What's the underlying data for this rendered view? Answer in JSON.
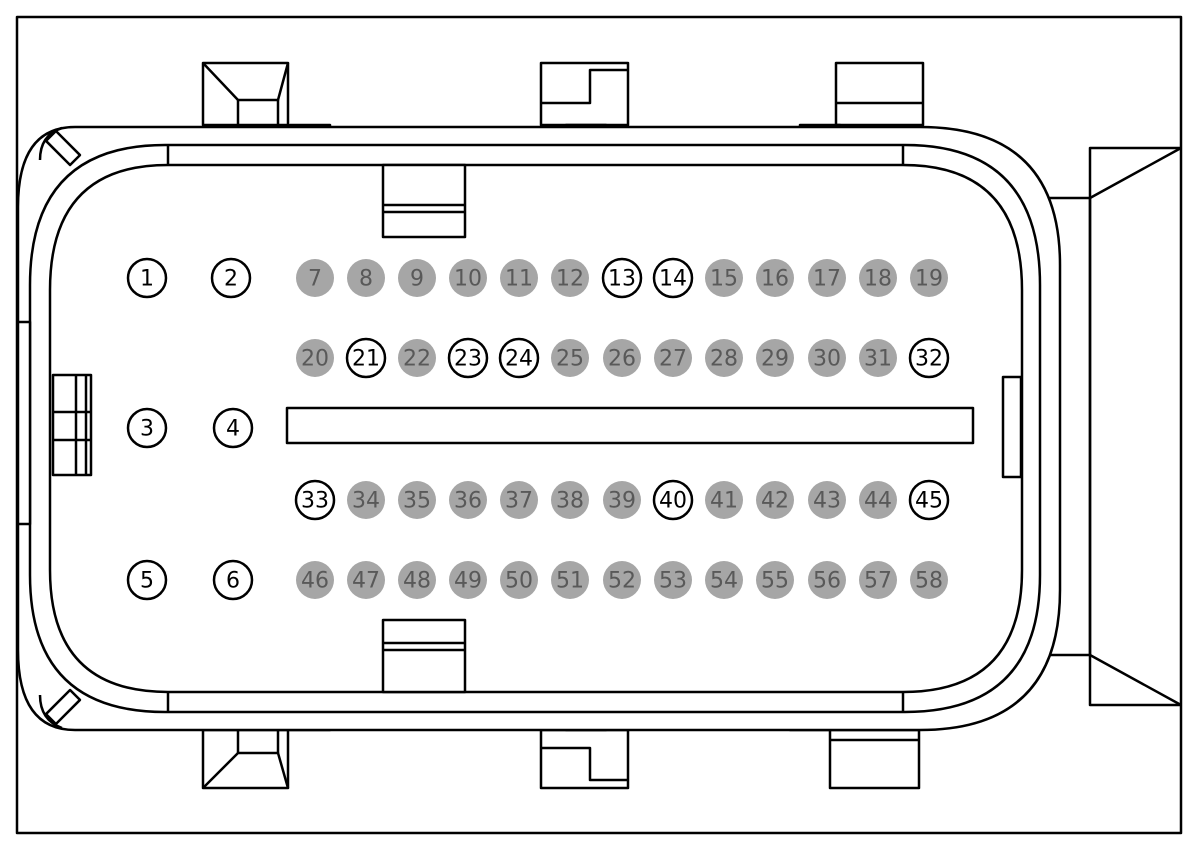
{
  "pins": [
    {
      "label": "1",
      "state": "open"
    },
    {
      "label": "2",
      "state": "open"
    },
    {
      "label": "3",
      "state": "open"
    },
    {
      "label": "4",
      "state": "open"
    },
    {
      "label": "5",
      "state": "open"
    },
    {
      "label": "6",
      "state": "open"
    },
    {
      "label": "7",
      "state": "unused"
    },
    {
      "label": "8",
      "state": "unused"
    },
    {
      "label": "9",
      "state": "unused"
    },
    {
      "label": "10",
      "state": "unused"
    },
    {
      "label": "11",
      "state": "unused"
    },
    {
      "label": "12",
      "state": "unused"
    },
    {
      "label": "13",
      "state": "open"
    },
    {
      "label": "14",
      "state": "open"
    },
    {
      "label": "15",
      "state": "unused"
    },
    {
      "label": "16",
      "state": "unused"
    },
    {
      "label": "17",
      "state": "unused"
    },
    {
      "label": "18",
      "state": "unused"
    },
    {
      "label": "19",
      "state": "unused"
    },
    {
      "label": "20",
      "state": "unused"
    },
    {
      "label": "21",
      "state": "open"
    },
    {
      "label": "22",
      "state": "unused"
    },
    {
      "label": "23",
      "state": "open"
    },
    {
      "label": "24",
      "state": "open"
    },
    {
      "label": "25",
      "state": "unused"
    },
    {
      "label": "26",
      "state": "unused"
    },
    {
      "label": "27",
      "state": "unused"
    },
    {
      "label": "28",
      "state": "unused"
    },
    {
      "label": "29",
      "state": "unused"
    },
    {
      "label": "30",
      "state": "unused"
    },
    {
      "label": "31",
      "state": "unused"
    },
    {
      "label": "32",
      "state": "open"
    },
    {
      "label": "33",
      "state": "open"
    },
    {
      "label": "34",
      "state": "unused"
    },
    {
      "label": "35",
      "state": "unused"
    },
    {
      "label": "36",
      "state": "unused"
    },
    {
      "label": "37",
      "state": "unused"
    },
    {
      "label": "38",
      "state": "unused"
    },
    {
      "label": "39",
      "state": "unused"
    },
    {
      "label": "40",
      "state": "open"
    },
    {
      "label": "41",
      "state": "unused"
    },
    {
      "label": "42",
      "state": "unused"
    },
    {
      "label": "43",
      "state": "unused"
    },
    {
      "label": "44",
      "state": "unused"
    },
    {
      "label": "45",
      "state": "open"
    },
    {
      "label": "46",
      "state": "unused"
    },
    {
      "label": "47",
      "state": "unused"
    },
    {
      "label": "48",
      "state": "unused"
    },
    {
      "label": "49",
      "state": "unused"
    },
    {
      "label": "50",
      "state": "unused"
    },
    {
      "label": "51",
      "state": "unused"
    },
    {
      "label": "52",
      "state": "unused"
    },
    {
      "label": "53",
      "state": "unused"
    },
    {
      "label": "54",
      "state": "unused"
    },
    {
      "label": "55",
      "state": "unused"
    },
    {
      "label": "56",
      "state": "unused"
    },
    {
      "label": "57",
      "state": "unused"
    },
    {
      "label": "58",
      "state": "unused"
    }
  ],
  "colors": {
    "outline": "#000000",
    "background": "#ffffff",
    "unused_pin_fill": "#a6a6a6",
    "unused_pin_text": "#595959",
    "open_pin_fill": "#ffffff",
    "open_pin_text": "#000000"
  }
}
